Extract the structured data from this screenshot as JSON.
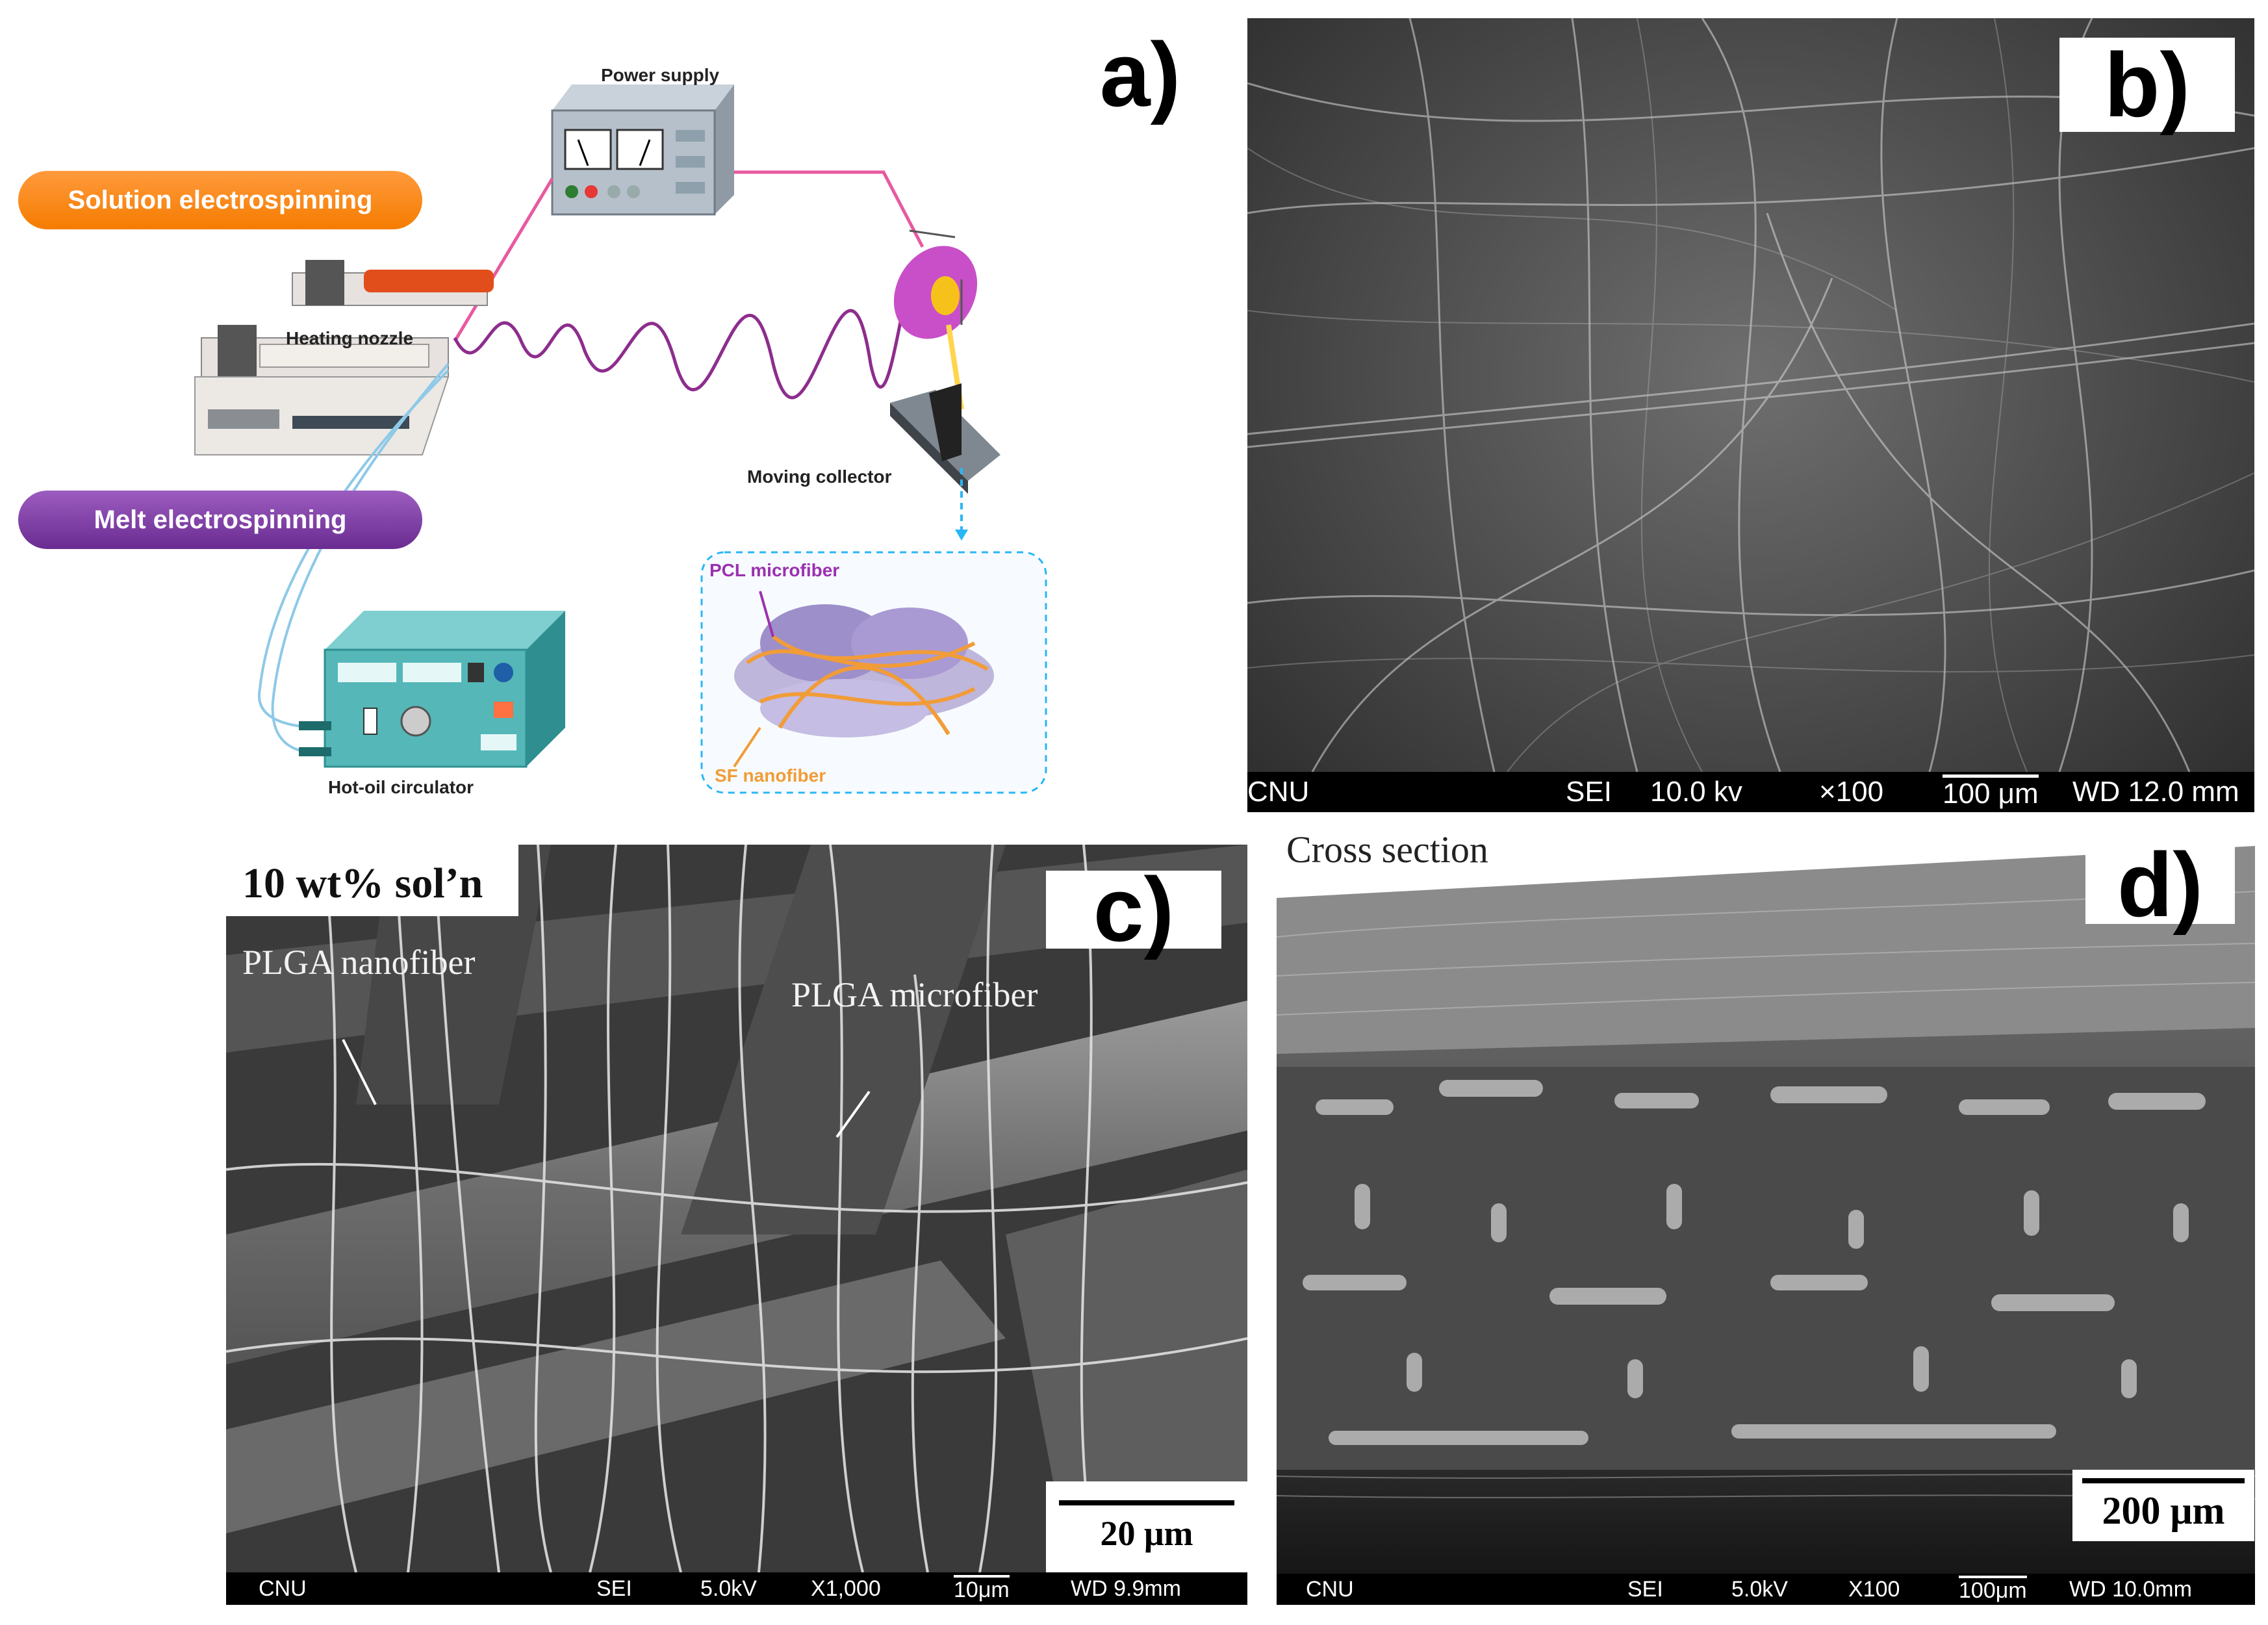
{
  "panels": {
    "a": {
      "label": "a)",
      "power_supply": "Power supply",
      "solution_electrospinning": "Solution electrospinning",
      "heating_nozzle": "Heating nozzle",
      "melt_electrospinning": "Melt electrospinning",
      "moving_collector": "Moving collector",
      "pcl_microfiber": "PCL microfiber",
      "sf_nanofiber": "SF nanofiber",
      "hot_oil_circulator": "Hot-oil circulator"
    },
    "b": {
      "label": "b)",
      "info": {
        "lab": "CNU",
        "mode": "SEI",
        "kv": "10.0 kv",
        "mag": "×100",
        "scale": "100 μm",
        "wd": "WD 12.0 mm"
      }
    },
    "c": {
      "label": "c)",
      "title": "10 wt% sol’n",
      "nanofiber": "PLGA nanofiber",
      "microfiber": "PLGA microfiber",
      "scale": "20 μm",
      "info": {
        "lab": "CNU",
        "mode": "SEI",
        "kv": "5.0kV",
        "mag": "X1,000",
        "scale": "10μm",
        "wd": "WD 9.9mm"
      }
    },
    "d": {
      "label": "d)",
      "title": "Cross section",
      "scale": "200 μm",
      "info": {
        "lab": "CNU",
        "mode": "SEI",
        "kv": "5.0kV",
        "mag": "X100",
        "scale": "100μm",
        "wd": "WD 10.0mm"
      }
    }
  }
}
